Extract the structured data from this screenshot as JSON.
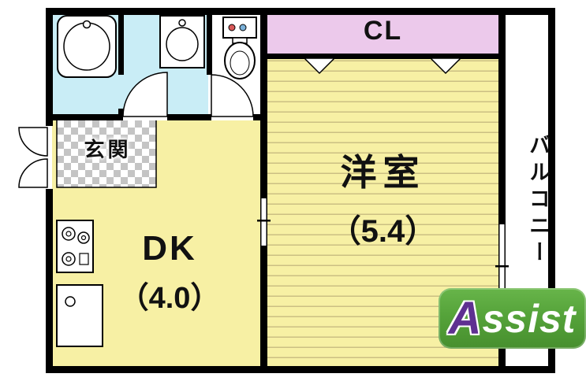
{
  "floorplan": {
    "labels": {
      "entrance": "玄関",
      "dk": "DK",
      "dk_size": "（4.0）",
      "western_room": "洋室",
      "western_room_size": "（5.4）",
      "closet": "CL",
      "balcony": "バルコニー"
    },
    "colors": {
      "room_yellow": "#f7f0a4",
      "bath_cyan": "#c9edf6",
      "closet_pink": "#ecc9eb",
      "stripe_line": "#cbbf83",
      "checker_gray": "#c4c4c4",
      "wall": "#000000"
    }
  },
  "logo": {
    "first_letter": "A",
    "rest": "ssist",
    "green": "#55a33a",
    "purple": "#5e3091"
  }
}
